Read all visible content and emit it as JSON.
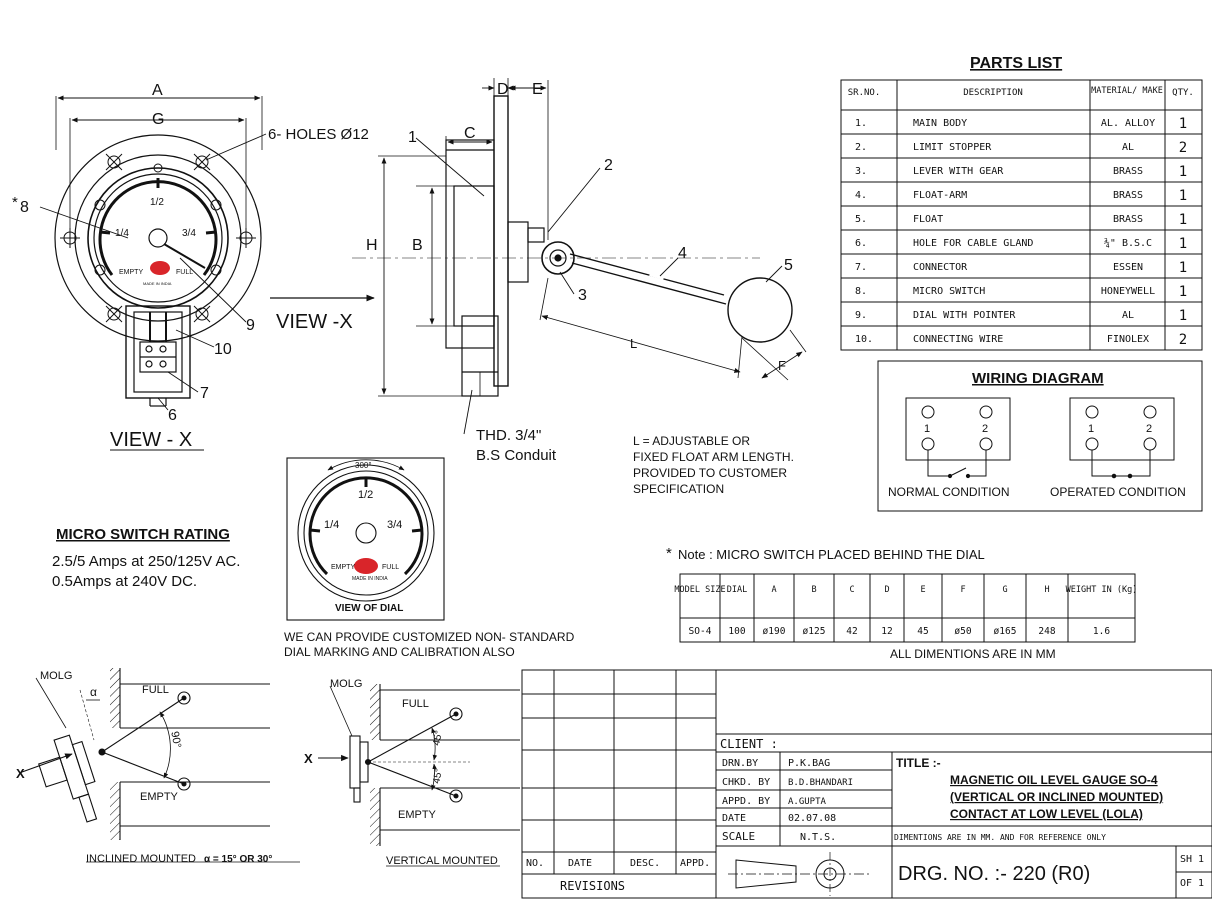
{
  "view_x": {
    "dim_a": "A",
    "dim_g": "G",
    "holes_label": "6- HOLES Ø12",
    "callout_8": "8",
    "callout_8_star": "*",
    "callout_9": "9",
    "callout_10": "10",
    "callout_7": "7",
    "callout_6": "6",
    "dial_half": "1/2",
    "dial_quarter": "1/4",
    "dial_three_quarter": "3/4",
    "dial_empty": "EMPTY",
    "dial_full": "FULL",
    "dial_made": "MADE IN INDIA",
    "title": "VIEW - X"
  },
  "side_view": {
    "dim_d": "D",
    "dim_e": "E",
    "dim_c": "C",
    "dim_h": "H",
    "dim_b": "B",
    "dim_l": "L",
    "dim_f": "F",
    "callout_1": "1",
    "callout_2": "2",
    "callout_3": "3",
    "callout_4": "4",
    "callout_5": "5",
    "view_arrow": "VIEW -X",
    "thread_line1": "THD. 3/4\"",
    "thread_line2": "B.S Conduit"
  },
  "note_l": {
    "line1": "L = ADJUSTABLE OR",
    "line2": "FIXED FLOAT ARM LENGTH.",
    "line3": "PROVIDED TO CUSTOMER",
    "line4": "SPECIFICATION"
  },
  "parts_list": {
    "title": "PARTS LIST",
    "headers": [
      "SR.NO.",
      "DESCRIPTION",
      "MATERIAL/ MAKE",
      "QTY."
    ],
    "rows": [
      [
        "1.",
        "MAIN BODY",
        "AL. ALLOY",
        "1"
      ],
      [
        "2.",
        "LIMIT STOPPER",
        "AL",
        "2"
      ],
      [
        "3.",
        "LEVER WITH GEAR",
        "BRASS",
        "1"
      ],
      [
        "4.",
        "FLOAT-ARM",
        "BRASS",
        "1"
      ],
      [
        "5.",
        "FLOAT",
        "BRASS",
        "1"
      ],
      [
        "6.",
        "HOLE FOR CABLE GLAND",
        "¾\" B.S.C",
        "1"
      ],
      [
        "7.",
        "CONNECTOR",
        "ESSEN",
        "1"
      ],
      [
        "8.",
        "MICRO SWITCH",
        "HONEYWELL",
        "1"
      ],
      [
        "9.",
        "DIAL WITH POINTER",
        "AL",
        "1"
      ],
      [
        "10.",
        "CONNECTING WIRE",
        "FINOLEX",
        "2"
      ]
    ]
  },
  "wiring": {
    "title": "WIRING DIAGRAM",
    "t1": "1",
    "t2": "2",
    "normal": "NORMAL CONDITION",
    "operated": "OPERATED CONDITION"
  },
  "micro_switch": {
    "title": "MICRO SWITCH RATING",
    "line1": "2.5/5 Amps at 250/125V AC.",
    "line2": "0.5Amps at 240V DC."
  },
  "dial_view": {
    "arc": "300°",
    "half": "1/2",
    "quarter": "1/4",
    "three_quarter": "3/4",
    "empty": "EMPTY",
    "full": "FULL",
    "made": "MADE IN INDIA",
    "caption": "VIEW OF DIAL",
    "note_line1": "WE CAN PROVIDE CUSTOMIZED NON- STANDARD",
    "note_line2": "DIAL MARKING AND CALIBRATION ALSO"
  },
  "note_star": {
    "star": "*",
    "text": "Note : MICRO SWITCH PLACED BEHIND THE DIAL"
  },
  "dim_table": {
    "headers": [
      "MODEL SIZE",
      "DIAL",
      "A",
      "B",
      "C",
      "D",
      "E",
      "F",
      "G",
      "H",
      "WEIGHT IN (Kg)"
    ],
    "row": [
      "SO-4",
      "100",
      "ø190",
      "ø125",
      "42",
      "12",
      "45",
      "ø50",
      "ø165",
      "248",
      "1.6"
    ],
    "footer": "ALL DIMENTIONS ARE IN MM"
  },
  "inclined": {
    "molg": "MOLG",
    "alpha": "α",
    "full": "FULL",
    "empty": "EMPTY",
    "angle": "90°",
    "x": "X",
    "caption_main": "INCLINED MOUNTED",
    "caption_tail": "α = 15° OR 30°"
  },
  "vertical": {
    "molg": "MOLG",
    "full": "FULL",
    "empty": "EMPTY",
    "angle_up": "45°",
    "angle_down": "45°",
    "x": "X",
    "caption": "VERTICAL MOUNTED"
  },
  "title_block": {
    "client": "CLIENT :",
    "drn_by_label": "DRN.BY",
    "drn_by": "P.K.BAG",
    "chkd_by_label": "CHKD. BY",
    "chkd_by": "B.D.BHANDARI",
    "appd_by_label": "APPD. BY",
    "appd_by": "A.GUPTA",
    "date_label": "DATE",
    "date": "02.07.08",
    "scale_label": "SCALE",
    "scale": "N.T.S.",
    "title_label": "TITLE :-",
    "title_line1": "MAGNETIC OIL LEVEL GAUGE SO-4",
    "title_line2": "(VERTICAL OR INCLINED MOUNTED)",
    "title_line3": "CONTACT AT LOW LEVEL (LOLA)",
    "ref_note": "DIMENTIONS ARE IN MM. AND FOR REFERENCE ONLY",
    "drg_no": "DRG. NO. :- 220 (R0)",
    "sh": "SH 1",
    "of": "OF 1",
    "rev_no": "NO.",
    "rev_date": "DATE",
    "rev_desc": "DESC.",
    "rev_appd": "APPD.",
    "revisions": "REVISIONS"
  }
}
